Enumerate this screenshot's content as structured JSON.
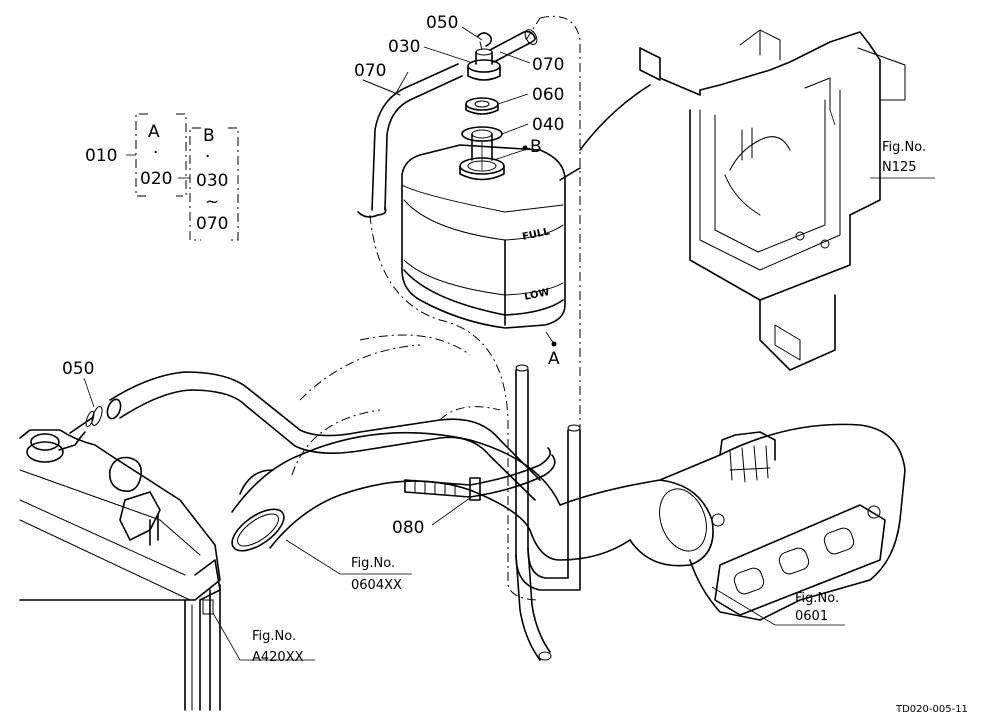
{
  "callouts": {
    "p050_top": "050",
    "p030": "030",
    "p070_left": "070",
    "p070_right": "070",
    "p060": "060",
    "p040": "040",
    "p050_left": "050",
    "p080": "080"
  },
  "point_labels": {
    "b": "B",
    "a": "A"
  },
  "tank_labels": {
    "full": "FULL",
    "low": "LOW"
  },
  "legend": {
    "col1": "010",
    "a": "A",
    "dot1": "·",
    "row2": "020",
    "b": "B",
    "dot2": "·",
    "b1": "030",
    "tilde": "~",
    "b2": "070"
  },
  "fig_refs": [
    {
      "line1": "Fig.No.",
      "line2": "N125"
    },
    {
      "line1": "Fig.No.",
      "line2": "0604XX"
    },
    {
      "line1": "Fig.No.",
      "line2": "0601"
    },
    {
      "line1": "Fig.No.",
      "line2": "A420XX"
    }
  ],
  "drawing_code": "TD020-005-11"
}
